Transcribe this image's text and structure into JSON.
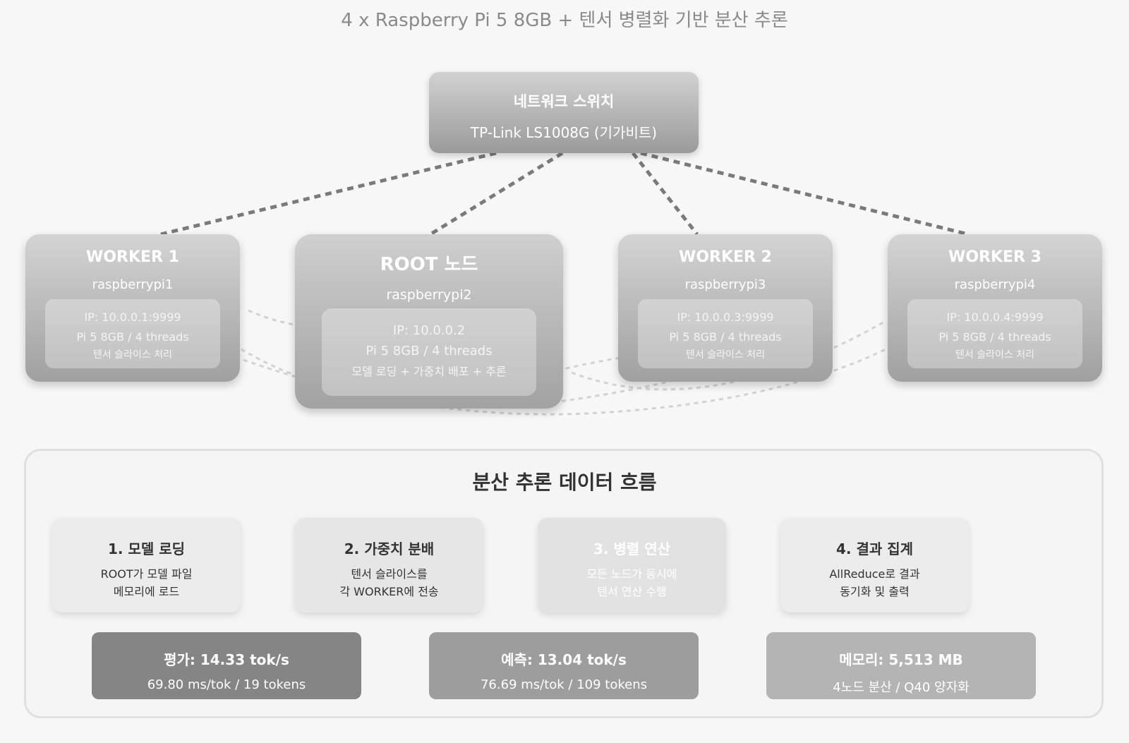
{
  "title": "4 x Raspberry Pi 5 8GB + 텐서 병렬화 기반 분산 추론",
  "switch": {
    "title": "네트워크 스위치",
    "model": "TP-Link LS1008G (기가비트)"
  },
  "nodes": [
    {
      "name": "WORKER 1",
      "host": "raspberrypi1",
      "ip": "IP: 10.0.0.1:9999",
      "spec": "Pi 5 8GB / 4 threads",
      "role": "텐서 슬라이스 처리"
    },
    {
      "name": "ROOT 노드",
      "host": "raspberrypi2",
      "ip": "IP: 10.0.0.2",
      "spec": "Pi 5 8GB / 4 threads",
      "role": "모델 로딩 + 가중치 배포 + 추론"
    },
    {
      "name": "WORKER 2",
      "host": "raspberrypi3",
      "ip": "IP: 10.0.0.3:9999",
      "spec": "Pi 5 8GB / 4 threads",
      "role": "텐서 슬라이스 처리"
    },
    {
      "name": "WORKER 3",
      "host": "raspberrypi4",
      "ip": "IP: 10.0.0.4:9999",
      "spec": "Pi 5 8GB / 4 threads",
      "role": "텐서 슬라이스 처리"
    }
  ],
  "flow": {
    "title": "분산 추론 데이터 흐름",
    "steps": [
      {
        "title": "1. 모델 로딩",
        "line1": "ROOT가 모델 파일",
        "line2": "메모리에 로드"
      },
      {
        "title": "2. 가중치 분배",
        "line1": "텐서 슬라이스를",
        "line2": "각 WORKER에 전송"
      },
      {
        "title": "3. 병렬 연산",
        "line1": "모든 노드가 동시에",
        "line2": "텐서 연산 수행"
      },
      {
        "title": "4. 결과 집계",
        "line1": "AllReduce로 결과",
        "line2": "동기화 및 출력"
      }
    ]
  },
  "metrics": [
    {
      "title": "평가: 14.33 tok/s",
      "detail": "69.80 ms/tok / 19 tokens",
      "color": "#858585"
    },
    {
      "title": "예측: 13.04 tok/s",
      "detail": "76.69 ms/tok / 109 tokens",
      "color": "#9d9d9d"
    },
    {
      "title": "메모리: 5,513 MB",
      "detail": "4노드 분산 / Q40 양자화",
      "color": "#b4b4b4"
    }
  ],
  "colors": {
    "link": "#7a7a7a",
    "mesh": "#d2d2d2",
    "arrow": "#7a7a7a"
  }
}
